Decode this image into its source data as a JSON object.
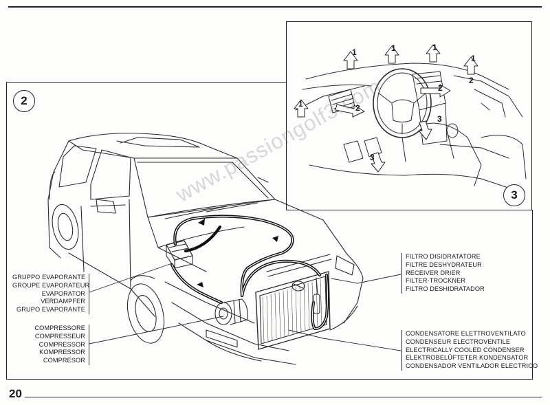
{
  "page": {
    "number": "20",
    "watermark": "www.passiongolf3.com"
  },
  "figures": {
    "main_badge": "2",
    "inset_badge": "3",
    "inset_callouts": {
      "vent_upper": "1",
      "vent_side_left": "1",
      "vent_side_right": "1",
      "vent_center": "2",
      "vent_dash_right": "2",
      "footwell": "3"
    }
  },
  "labels": {
    "evaporator": [
      "GRUPPO EVAPORANTE",
      "GROUPE EVAPORATEUR",
      "EVAPORATOR",
      "VERDAMPFER",
      "GRUPO EVAPORANTE"
    ],
    "compressor": [
      "COMPRESSORE",
      "COMPRESSEUR",
      "COMPRESSOR",
      "KOMPRESSOR",
      "COMPRESOR"
    ],
    "receiver_drier": [
      "FILTRO DISIDRATATORE",
      "FILTRE DESHYDRATEUR",
      "RECEIVER DRIER",
      "FILTER-TROCKNER",
      "FILTRO DESHIDRATADOR"
    ],
    "condenser": [
      "CONDENSATORE ELETTROVENTILATO",
      "CONDENSEUR ELECTROVENTILE",
      "ELECTRICALLY COOLED CONDENSER",
      "ELEKTROBELÜFTETER KONDENSATOR",
      "CONDENSADOR VENTILADOR ELECTRICO"
    ]
  }
}
